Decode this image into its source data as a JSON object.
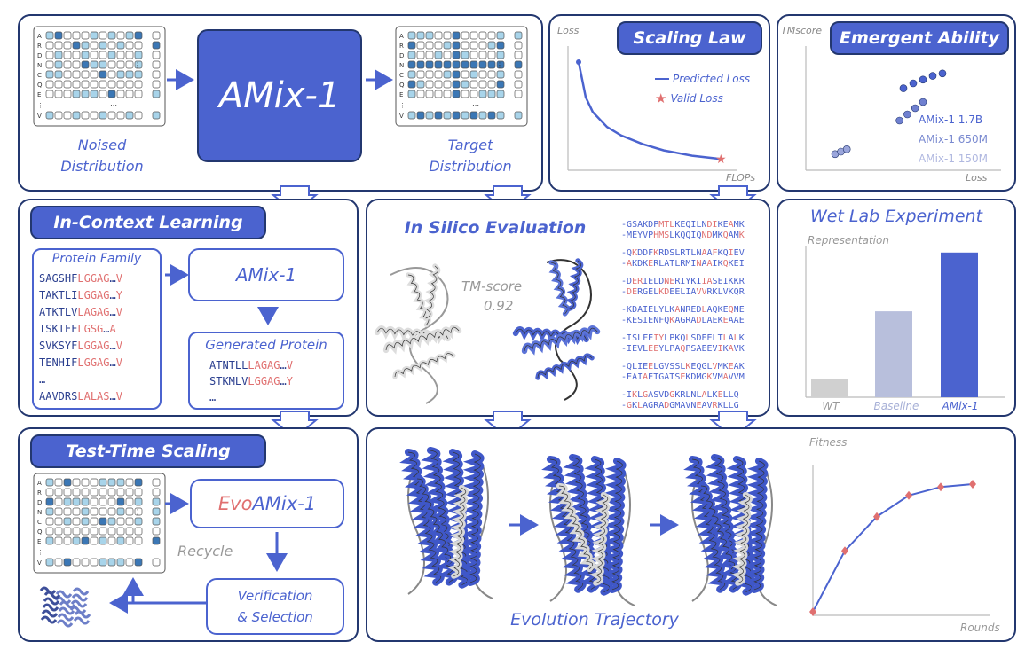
{
  "colors": {
    "accent": "#4b63cf",
    "dark": "#23376f",
    "light": "#a8d4ea",
    "mid": "#5b8fc7",
    "red": "#e07070",
    "gray": "#c8c8c8",
    "baseline": "#b8bfdc"
  },
  "top": {
    "noised_label": "Noised\nDistribution",
    "model_label": "AMix-1",
    "target_label": "Target\nDistribution",
    "row_letters": [
      "A",
      "R",
      "D",
      "N",
      "C",
      "Q",
      "E",
      "⋮",
      "V"
    ]
  },
  "scaling": {
    "title": "Scaling Law",
    "ylabel": "Loss",
    "xlabel": "FLOPs",
    "legend_pred": "Predicted Loss",
    "legend_valid": "Valid Loss"
  },
  "emergent": {
    "title": "Emergent Ability",
    "ylabel": "TMscore",
    "xlabel": "Loss",
    "legend": [
      "AMix-1 1.7B",
      "AMix-1 650M",
      "AMix-1 150M"
    ]
  },
  "icl": {
    "title": "In-Context Learning",
    "family_label": "Protein Family",
    "family_seqs": [
      [
        [
          "SAGSHF",
          0
        ],
        [
          "LG",
          1
        ],
        [
          "G",
          1
        ],
        [
          "AG",
          1
        ],
        [
          "…",
          0
        ],
        [
          "V",
          1
        ]
      ],
      [
        [
          "TAKTLI",
          0
        ],
        [
          "LG",
          1
        ],
        [
          "GAG",
          1
        ],
        [
          "…",
          0
        ],
        [
          "Y",
          1
        ]
      ],
      [
        [
          "ATKTLV",
          0
        ],
        [
          "LA",
          1
        ],
        [
          "GAG",
          1
        ],
        [
          "…",
          0
        ],
        [
          "V",
          1
        ]
      ],
      [
        [
          "TSKTFF",
          0
        ],
        [
          "LG",
          1
        ],
        [
          "SG",
          1
        ],
        [
          "…",
          0
        ],
        [
          "A",
          1
        ]
      ],
      [
        [
          "SVKSYF",
          0
        ],
        [
          "LG",
          1
        ],
        [
          "GAG",
          1
        ],
        [
          "…",
          0
        ],
        [
          "V",
          1
        ]
      ],
      [
        [
          "TENHIF",
          0
        ],
        [
          "LG",
          1
        ],
        [
          "GAG",
          1
        ],
        [
          "…",
          0
        ],
        [
          "V",
          1
        ]
      ],
      [
        [
          "…",
          0
        ]
      ],
      [
        [
          "AAVDRS",
          0
        ],
        [
          "LA",
          1
        ],
        [
          "LAS",
          1
        ],
        [
          "…",
          0
        ],
        [
          "V",
          1
        ]
      ]
    ],
    "model": "AMix-1",
    "generated_label": "Generated Protein",
    "gen_seqs": [
      [
        [
          "ATNTLL",
          0
        ],
        [
          "LA",
          1
        ],
        [
          "GAG",
          1
        ],
        [
          "…",
          0
        ],
        [
          "V",
          1
        ]
      ],
      [
        [
          "STKMLV",
          0
        ],
        [
          "LG",
          1
        ],
        [
          "GAG",
          1
        ],
        [
          "…",
          0
        ],
        [
          "Y",
          1
        ]
      ],
      [
        [
          "…",
          0
        ]
      ]
    ]
  },
  "insilico": {
    "title": "In Silico Evaluation",
    "tm_label": "TM-score",
    "tm_value": "0.92",
    "seq_pairs": [
      [
        "-GSAKDPMTLKEQILNDIKEAMK",
        "-MEYVPHMSLKQQIQNDMKQAMK"
      ],
      [
        "-QKDDFKRDSLRTLNAAFKQIEV",
        "-AKDKERLATLRMINAAIKQKEI"
      ],
      [
        "-DERIELDNERIYKIIASEIKKR",
        "-DERGELKDEELIAVVRKLVKQR"
      ],
      [
        "-KDAIELYLKANREDLAQKEQNE",
        "-KESIENFQKAGRADLAEKEAAE"
      ],
      [
        "-ISLFEIYLPKQLSDEELTLALK",
        "-IEVLEEYLPAQPSAEEVIKAVK"
      ],
      [
        "-QLIEELGVSSLKEQGLVMKEAK",
        "-EAIAETGATSEKDMGKVMAVVM"
      ],
      [
        "-IKLGASVDGKRLNLALKELLQ",
        "-GKLAGRADGMAVNEAVRKLLG"
      ]
    ]
  },
  "wetlab": {
    "title": "Wet Lab Experiment",
    "ylabel": "Representation",
    "categories": [
      "WT",
      "Baseline",
      "AMix-1"
    ]
  },
  "tts": {
    "title": "Test-Time Scaling",
    "model_prefix": "Evo",
    "model_suffix": "AMix-1",
    "recycle": "Recycle",
    "verify": "Verification\n& Selection"
  },
  "evolution": {
    "caption": "Evolution Trajectory",
    "ylabel": "Fitness",
    "xlabel": "Rounds"
  },
  "chart_data": [
    {
      "type": "line",
      "title": "Scaling Law",
      "xlabel": "FLOPs",
      "ylabel": "Loss",
      "series": [
        {
          "name": "Predicted Loss",
          "x": [
            0.0,
            0.05,
            0.1,
            0.2,
            0.3,
            0.45,
            0.6,
            0.8,
            1.0
          ],
          "y": [
            0.95,
            0.62,
            0.48,
            0.34,
            0.26,
            0.18,
            0.12,
            0.07,
            0.04
          ]
        },
        {
          "name": "Valid Loss",
          "x": [
            1.0
          ],
          "y": [
            0.04
          ]
        }
      ]
    },
    {
      "type": "scatter",
      "title": "Emergent Ability",
      "xlabel": "Loss",
      "ylabel": "TMscore",
      "series": [
        {
          "name": "AMix-1 1.7B",
          "x": [
            0.5,
            0.55,
            0.6,
            0.65,
            0.7
          ],
          "y": [
            0.66,
            0.7,
            0.73,
            0.76,
            0.78
          ]
        },
        {
          "name": "AMix-1 650M",
          "x": [
            0.48,
            0.52,
            0.56,
            0.6
          ],
          "y": [
            0.4,
            0.45,
            0.5,
            0.55
          ]
        },
        {
          "name": "AMix-1 150M",
          "x": [
            0.15,
            0.18,
            0.21
          ],
          "y": [
            0.13,
            0.15,
            0.17
          ]
        }
      ]
    },
    {
      "type": "bar",
      "title": "Wet Lab Experiment",
      "ylabel": "Representation",
      "categories": [
        "WT",
        "Baseline",
        "AMix-1"
      ],
      "values": [
        0.12,
        0.57,
        0.96
      ],
      "ylim": [
        0,
        1
      ]
    },
    {
      "type": "line",
      "xlabel": "Rounds",
      "ylabel": "Fitness",
      "series": [
        {
          "name": "",
          "x": [
            0,
            1,
            2,
            3,
            4,
            5
          ],
          "y": [
            0.0,
            0.43,
            0.67,
            0.82,
            0.88,
            0.9
          ]
        }
      ],
      "ylim": [
        0,
        1
      ]
    }
  ]
}
